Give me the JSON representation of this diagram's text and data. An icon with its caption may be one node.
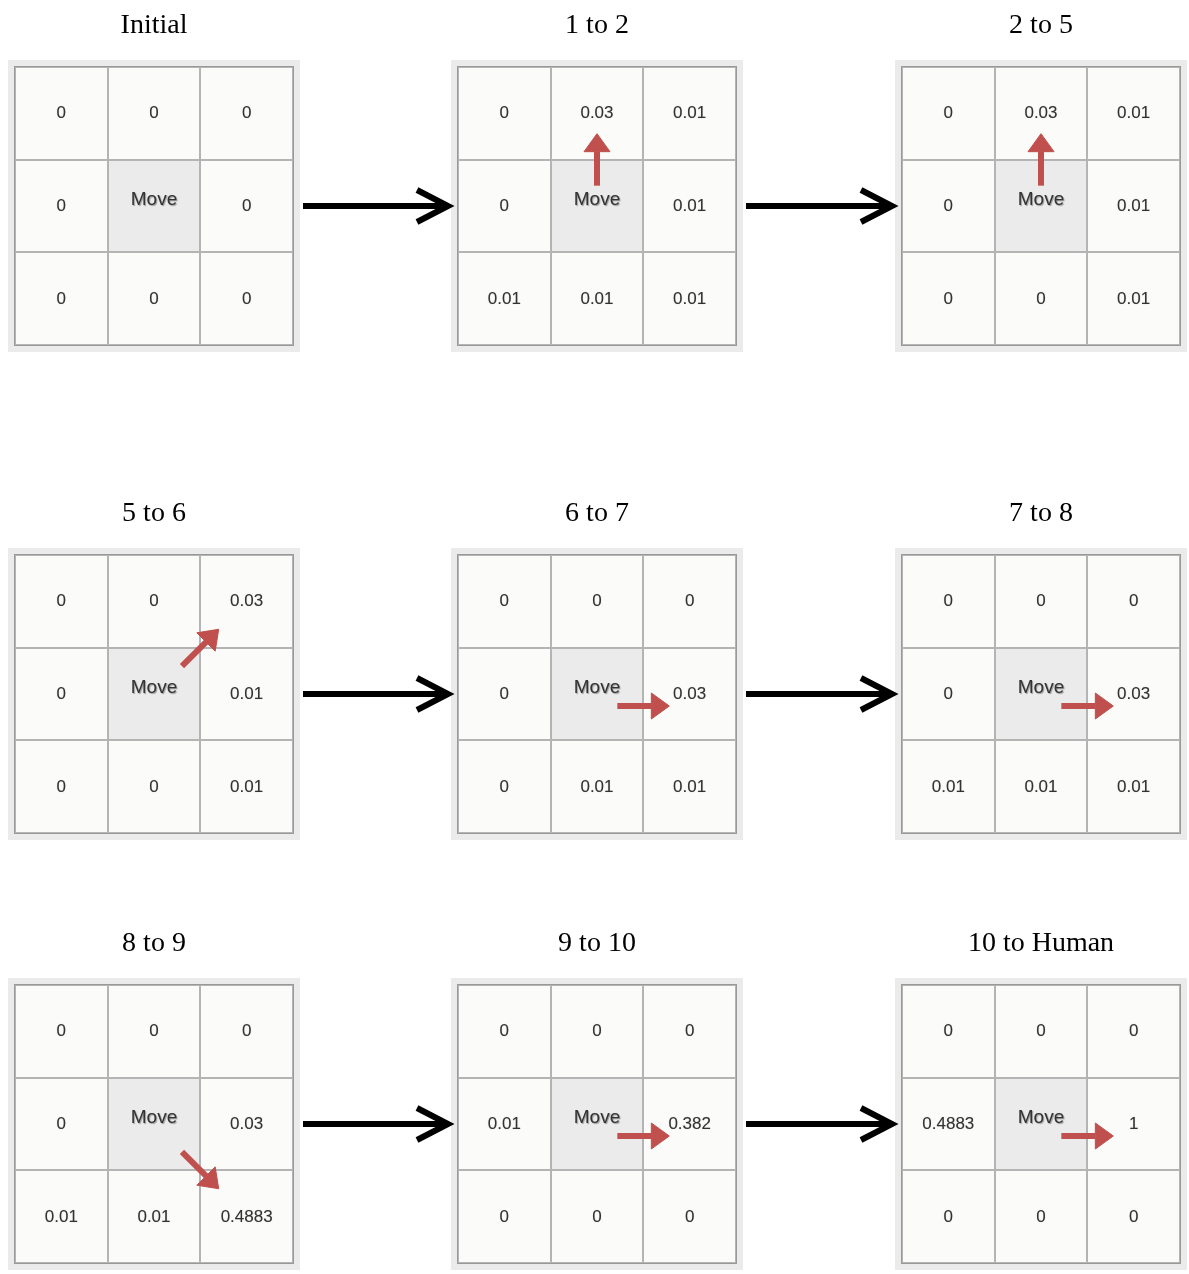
{
  "diagram": {
    "nodes": [
      {
        "text": [
          "Initial"
        ]
      },
      {
        "text": [
          "0"
        ],
        "in": 0
      },
      {
        "text": [
          "0"
        ],
        "in": 0
      },
      {
        "text": [
          "0"
        ],
        "in": 0
      },
      {
        "text": [
          "0"
        ],
        "in": 0
      },
      {
        "text": [
          "Move"
        ],
        "in": 0
      },
      {
        "text": [
          "0"
        ],
        "in": 0
      },
      {
        "text": [
          "0"
        ],
        "in": 0
      },
      {
        "text": [
          "0"
        ],
        "in": 0
      },
      {
        "text": [
          "0"
        ],
        "in": 0
      },
      {
        "text": [
          "1 to 2"
        ]
      },
      {
        "text": [
          "0"
        ],
        "in": 10
      },
      {
        "text": [
          "0.03"
        ],
        "in": 10
      },
      {
        "text": [
          "0.01"
        ],
        "in": 10
      },
      {
        "text": [
          "0"
        ],
        "in": 10
      },
      {
        "text": [
          "Move"
        ],
        "in": 10
      },
      {
        "text": [
          "0.01"
        ],
        "in": 10
      },
      {
        "text": [
          "0.01"
        ],
        "in": 10
      },
      {
        "text": [
          "0.01"
        ],
        "in": 10
      },
      {
        "text": [
          "0.01"
        ],
        "in": 10
      },
      {
        "text": [
          "2 to 5"
        ]
      },
      {
        "text": [
          "0"
        ],
        "in": 20
      },
      {
        "text": [
          "0.03"
        ],
        "in": 20
      },
      {
        "text": [
          "0.01"
        ],
        "in": 20
      },
      {
        "text": [
          "0"
        ],
        "in": 20
      },
      {
        "text": [
          "Move"
        ],
        "in": 20
      },
      {
        "text": [
          "0.01"
        ],
        "in": 20
      },
      {
        "text": [
          "0"
        ],
        "in": 20
      },
      {
        "text": [
          "0"
        ],
        "in": 20
      },
      {
        "text": [
          "0.01"
        ],
        "in": 20
      },
      {
        "text": [
          "5 to 6"
        ]
      },
      {
        "text": [
          "0"
        ],
        "in": 30
      },
      {
        "text": [
          "0"
        ],
        "in": 30
      },
      {
        "text": [
          "0.03"
        ],
        "in": 30
      },
      {
        "text": [
          "0"
        ],
        "in": 30
      },
      {
        "text": [
          "Move"
        ],
        "in": 30
      },
      {
        "text": [
          "0.01"
        ],
        "in": 30
      },
      {
        "text": [
          "0"
        ],
        "in": 30
      },
      {
        "text": [
          "0"
        ],
        "in": 30
      },
      {
        "text": [
          "0.01"
        ],
        "in": 30
      },
      {
        "text": [
          "6 to 7"
        ]
      },
      {
        "text": [
          "0"
        ],
        "in": 40
      },
      {
        "text": [
          "0"
        ],
        "in": 40
      },
      {
        "text": [
          "0"
        ],
        "in": 40
      },
      {
        "text": [
          "0"
        ],
        "in": 40
      },
      {
        "text": [
          "Move"
        ],
        "in": 40
      },
      {
        "text": [
          "0.03"
        ],
        "in": 40
      },
      {
        "text": [
          "0"
        ],
        "in": 40
      },
      {
        "text": [
          "0.01"
        ],
        "in": 40
      },
      {
        "text": [
          "0.01"
        ],
        "in": 40
      },
      {
        "text": [
          "7 to 8"
        ]
      },
      {
        "text": [
          "0"
        ],
        "in": 50
      },
      {
        "text": [
          "0"
        ],
        "in": 50
      },
      {
        "text": [
          "0"
        ],
        "in": 50
      },
      {
        "text": [
          "0"
        ],
        "in": 50
      },
      {
        "text": [
          "Move"
        ],
        "in": 50
      },
      {
        "text": [
          "0.03"
        ],
        "in": 50
      },
      {
        "text": [
          "0.01"
        ],
        "in": 50
      },
      {
        "text": [
          "0.01"
        ],
        "in": 50
      },
      {
        "text": [
          "0.01"
        ],
        "in": 50
      },
      {
        "text": [
          "8 to 9"
        ]
      },
      {
        "text": [
          "0"
        ],
        "in": 60
      },
      {
        "text": [
          "0"
        ],
        "in": 60
      },
      {
        "text": [
          "0"
        ],
        "in": 60
      },
      {
        "text": [
          "0"
        ],
        "in": 60
      },
      {
        "text": [
          "Move"
        ],
        "in": 60
      },
      {
        "text": [
          "0.03"
        ],
        "in": 60
      },
      {
        "text": [
          "0.01"
        ],
        "in": 60
      },
      {
        "text": [
          "0.01"
        ],
        "in": 60
      },
      {
        "text": [
          "0.4883"
        ],
        "in": 60
      },
      {
        "text": [
          "9 to 10"
        ]
      },
      {
        "text": [
          "0"
        ],
        "in": 70
      },
      {
        "text": [
          "0"
        ],
        "in": 70
      },
      {
        "text": [
          "0"
        ],
        "in": 70
      },
      {
        "text": [
          "0.01"
        ],
        "in": 70
      },
      {
        "text": [
          "Move"
        ],
        "in": 70
      },
      {
        "text": [
          "0.382"
        ],
        "in": 70
      },
      {
        "text": [
          "0"
        ],
        "in": 70
      },
      {
        "text": [
          "0"
        ],
        "in": 70
      },
      {
        "text": [
          "0"
        ],
        "in": 70
      },
      {
        "text": [
          "10 to Human"
        ]
      },
      {
        "text": [
          "0"
        ],
        "in": 80
      },
      {
        "text": [
          "0"
        ],
        "in": 80
      },
      {
        "text": [
          "0"
        ],
        "in": 80
      },
      {
        "text": [
          "0.4883"
        ],
        "in": 80
      },
      {
        "text": [
          "Move"
        ],
        "in": 80
      },
      {
        "text": [
          "1"
        ],
        "in": 80
      },
      {
        "text": [
          "0"
        ],
        "in": 80
      },
      {
        "text": [
          "0"
        ],
        "in": 80
      },
      {
        "text": [
          "0"
        ],
        "in": 80
      }
    ],
    "edges": [
      {
        "from": 0,
        "to": 10,
        "arrow": "to",
        "color": "#000000"
      },
      {
        "from": 10,
        "to": 20,
        "arrow": "to",
        "color": "#000000"
      },
      {
        "from": 30,
        "to": 40,
        "arrow": "to",
        "color": "#000000"
      },
      {
        "from": 40,
        "to": 50,
        "arrow": "to",
        "color": "#000000"
      },
      {
        "from": 60,
        "to": 70,
        "arrow": "to",
        "color": "#000000"
      },
      {
        "from": 70,
        "to": 80,
        "arrow": "to",
        "color": "#000000"
      },
      {
        "from": 15,
        "to": 12,
        "arrow": "to"
      },
      {
        "from": 25,
        "to": 22,
        "arrow": "to"
      },
      {
        "from": 35,
        "to": 33,
        "arrow": "to"
      },
      {
        "from": 45,
        "to": 46,
        "arrow": "to"
      },
      {
        "from": 55,
        "to": 56,
        "arrow": "to"
      },
      {
        "from": 65,
        "to": 69,
        "arrow": "to"
      },
      {
        "from": 75,
        "to": 76,
        "arrow": "to"
      },
      {
        "from": 85,
        "to": 86,
        "arrow": "to"
      }
    ]
  }
}
